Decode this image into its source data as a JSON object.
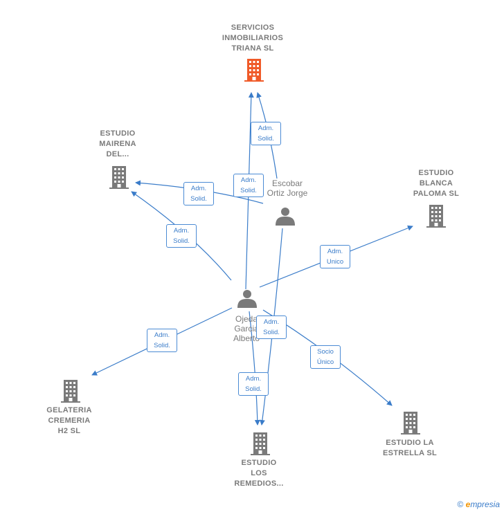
{
  "nodes": {
    "servicios": {
      "label": "SERVICIOS\nINMOBILIARIOS\nTRIANA  SL",
      "color": "#f05a28"
    },
    "mairena": {
      "label": "ESTUDIO\nMAIRENA\nDEL...",
      "color": "#7a7a7a"
    },
    "blanca": {
      "label": "ESTUDIO\nBLANCA\nPALOMA  SL",
      "color": "#7a7a7a"
    },
    "gelateria": {
      "label": "GELATERIA\nCREMERIA\nH2  SL",
      "color": "#7a7a7a"
    },
    "remedios": {
      "label": "ESTUDIO\nLOS\nREMEDIOS...",
      "color": "#7a7a7a"
    },
    "estrella": {
      "label": "ESTUDIO LA\nESTRELLA SL",
      "color": "#7a7a7a"
    }
  },
  "people": {
    "escobar": {
      "label": "Escobar\nOrtiz Jorge"
    },
    "ojeda": {
      "label": "Ojeda\nGarcia\nAlberto"
    }
  },
  "edge_labels": {
    "e1": "Adm.\nSolid.",
    "e2": "Adm.\nSolid.",
    "e3": "Adm.\nSolid.",
    "e4": "Adm.\nSolid.",
    "e5": "Adm.\nUnico",
    "e6": "Adm.\nSolid.",
    "e7": "Adm.\nSolid.",
    "e8": "Socio\nÚnico",
    "e9": "Adm.\nSolid."
  },
  "colors": {
    "edge": "#3a7cc9",
    "building": "#7a7a7a",
    "highlight": "#f05a28"
  },
  "footer": {
    "copyright": "©",
    "brand_e": "e",
    "brand_rest": "mpresia"
  }
}
